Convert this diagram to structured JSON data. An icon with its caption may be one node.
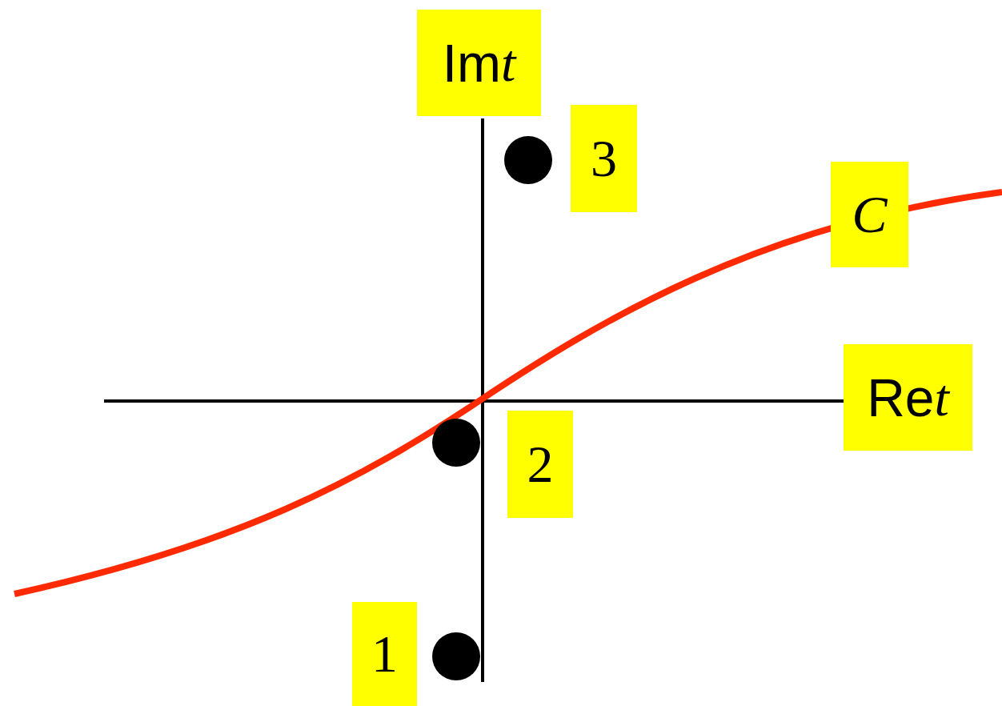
{
  "diagram": {
    "labels": [
      "Imt",
      "3",
      "C",
      "Ret",
      "2",
      "1"
    ]
  }
}
